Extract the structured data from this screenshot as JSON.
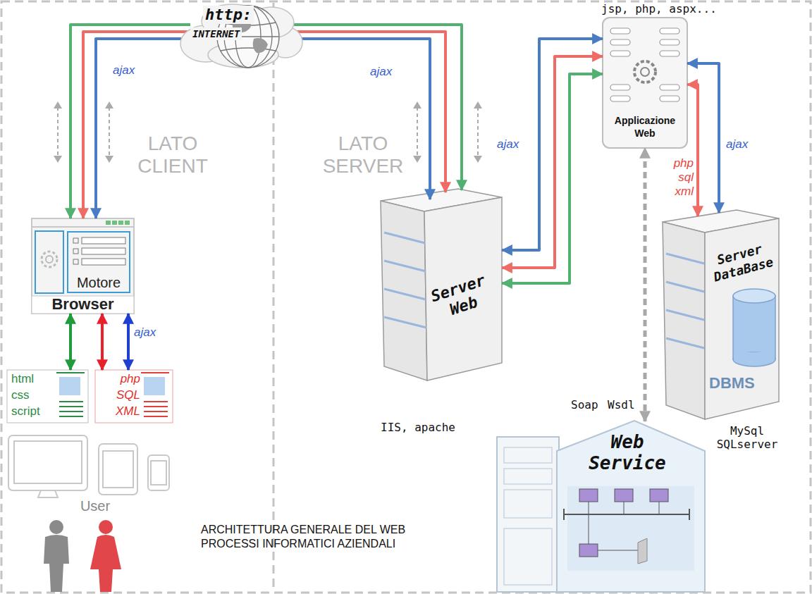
{
  "diagram": {
    "caption": "ARCHITETTURA GENERALE DEL WEB PROCESSI INFORMATICI AZIENDALI",
    "nodes": [
      {
        "text": [
          "Browser"
        ]
      },
      {
        "text": [
          "Motore"
        ],
        "in": 0
      },
      {
        "text": [
          "html",
          "css",
          "script"
        ]
      },
      {
        "text": [
          "php",
          "SQL",
          "XML"
        ]
      },
      {
        "text": [
          "User"
        ]
      },
      {
        "text": [
          "http:",
          "INTERNET"
        ]
      },
      {
        "text": [
          "Server Web",
          "IIS, apache"
        ]
      },
      {
        "text": [
          "jsp, php, aspx...",
          "Applicazione Web"
        ]
      },
      {
        "text": [
          "Server DataBase",
          "DBMS",
          "MySql SQLserver"
        ]
      },
      {
        "text": [
          "Web Service"
        ]
      }
    ],
    "edges": [
      {
        "from": 5,
        "to": 0,
        "arrow": "to"
      },
      {
        "from": 5,
        "to": 0,
        "arrow": "to"
      },
      {
        "from": 5,
        "to": 0,
        "arrow": "to",
        "label": "ajax"
      },
      {
        "from": 5,
        "to": 6,
        "arrow": "to",
        "label": "ajax"
      },
      {
        "from": 5,
        "to": 6,
        "arrow": "to"
      },
      {
        "from": 5,
        "to": 6,
        "arrow": "to"
      },
      {
        "from": 0,
        "to": 2,
        "arrow": "both"
      },
      {
        "from": 0,
        "to": 3,
        "arrow": "both"
      },
      {
        "from": 0,
        "to": 3,
        "arrow": "both",
        "label": "ajax"
      },
      {
        "from": 6,
        "to": 7,
        "arrow": "both",
        "label": "ajax"
      },
      {
        "from": 6,
        "to": 7,
        "arrow": "both"
      },
      {
        "from": 6,
        "to": 7,
        "arrow": "both"
      },
      {
        "from": 7,
        "to": 8,
        "arrow": "both",
        "label": "php sql xml"
      },
      {
        "from": 7,
        "to": 8,
        "arrow": "both",
        "label": "ajax"
      },
      {
        "from": 9,
        "to": 7,
        "arrow": "both"
      }
    ],
    "labels": [
      "LATO CLIENT",
      "LATO SERVER",
      "Soap",
      "Wsdl"
    ]
  }
}
